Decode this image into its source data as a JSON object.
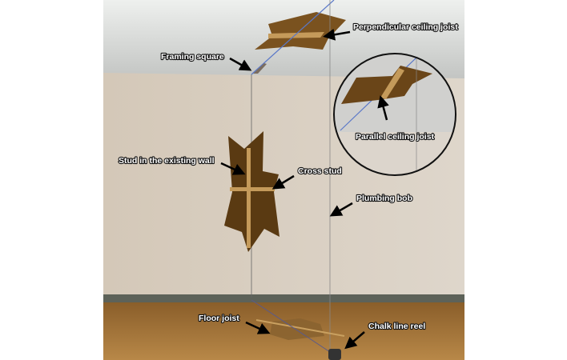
{
  "labels": {
    "perpendicular_ceiling_joist": "Perpendicular ceiling joist",
    "framing_square": "Framing square",
    "parallel_ceiling_joist": "Parallel ceiling joist",
    "stud_existing_wall": "Stud in the existing wall",
    "cross_stud": "Cross stud",
    "plumbing_bob": "Plumbing bob",
    "floor_joist": "Floor joist",
    "chalk_line_reel": "Chalk line reel"
  },
  "colors": {
    "wall": "#d6cbbd",
    "ceiling": "#d4d5d2",
    "floor": "#a87a3e",
    "wood": "#6e4a1c",
    "chalk_line": "#5a78c8"
  }
}
